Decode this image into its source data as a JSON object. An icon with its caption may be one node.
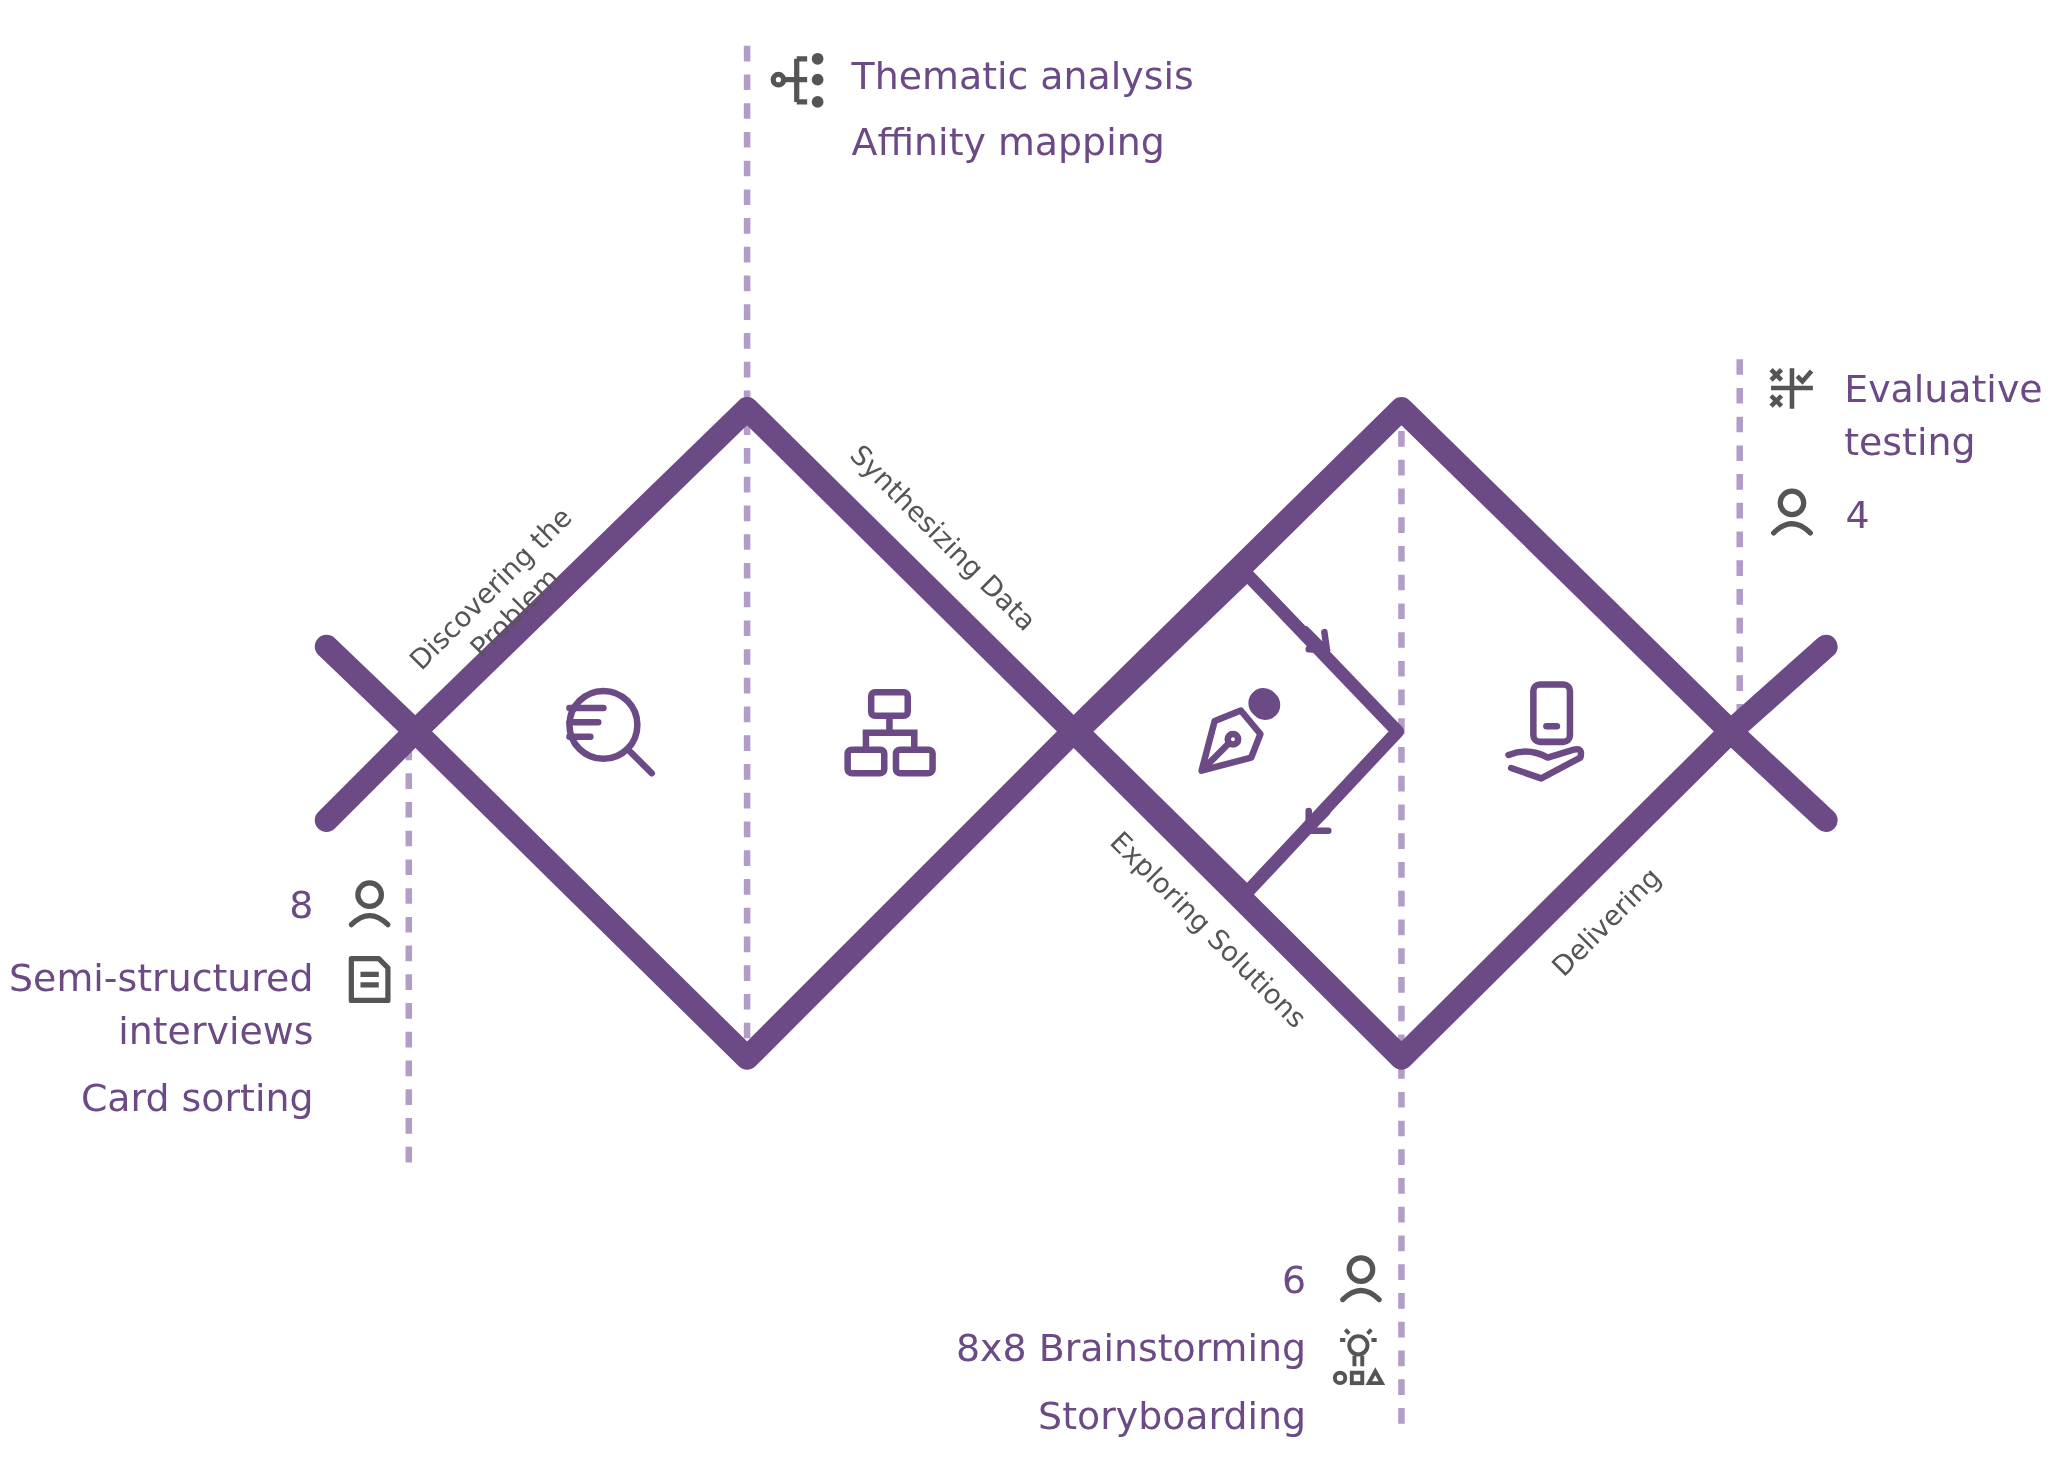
{
  "diagram": {
    "labels": [
      "Thematic analysis",
      "Affinity mapping",
      "Evaluative testing",
      "4",
      "Discovering the Problem",
      "Synthesizing Data",
      "Exploring Solutions",
      "Delivering",
      "8",
      "Semi-structured interviews",
      "Card sorting",
      "6",
      "8x8 Brainstorming",
      "Storyboarding"
    ]
  }
}
